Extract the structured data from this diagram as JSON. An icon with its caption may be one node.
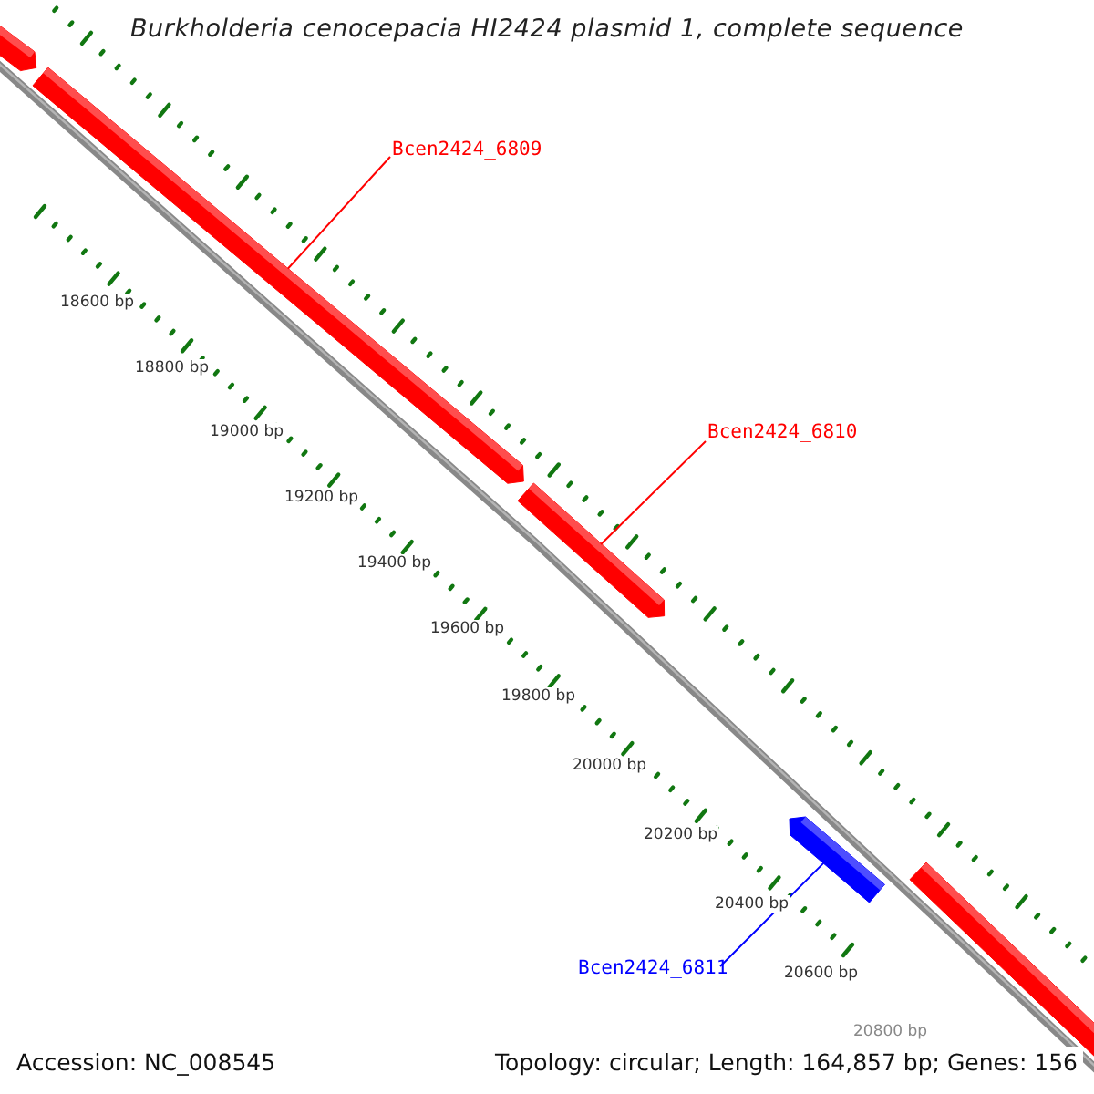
{
  "diagram": {
    "title": "Burkholderia cenocepacia HI2424 plasmid 1, complete sequence",
    "nodes": [
      {
        "text": [],
        "shape": "bar"
      },
      {
        "text": [
          "Bcen2424_6809"
        ]
      },
      {
        "text": [],
        "shape": "bar"
      },
      {
        "text": [
          "Bcen2424_6810"
        ]
      },
      {
        "text": [],
        "shape": "bar"
      },
      {
        "text": [],
        "shape": "bar"
      },
      {
        "text": [
          "Bcen2424_6811"
        ]
      },
      {
        "text": [],
        "shape": "bar"
      }
    ],
    "edges": [
      {
        "from": 1,
        "to": 2,
        "arrow": "none"
      },
      {
        "from": 3,
        "to": 4,
        "arrow": "none"
      },
      {
        "from": 6,
        "to": 5,
        "arrow": "none",
        "color": "#0000ff"
      }
    ],
    "labels": [
      "18600 bp",
      "18800 bp",
      "19000 bp",
      "19200 bp",
      "19400 bp",
      "19600 bp",
      "19800 bp",
      "20000 bp",
      "20200 bp",
      "20400 bp",
      "20600 bp",
      "20800 bp",
      "Accession: NC_008545",
      "Topology: circular; Length: 164,857 bp; Genes: 156"
    ]
  }
}
